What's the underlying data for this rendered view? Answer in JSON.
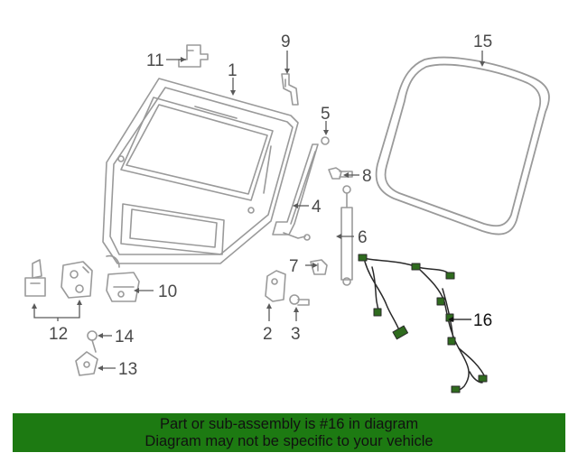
{
  "diagram": {
    "callouts": [
      "1",
      "2",
      "3",
      "4",
      "5",
      "6",
      "7",
      "8",
      "9",
      "10",
      "11",
      "12",
      "13",
      "14",
      "15",
      "16"
    ],
    "highlight_color": "#2f6b1e",
    "part_color": "#9a9a9a"
  },
  "banner": {
    "line1": "Part or sub-assembly is #16 in diagram",
    "line2": "Diagram may not be specific to your vehicle",
    "background": "#1d7a12"
  }
}
